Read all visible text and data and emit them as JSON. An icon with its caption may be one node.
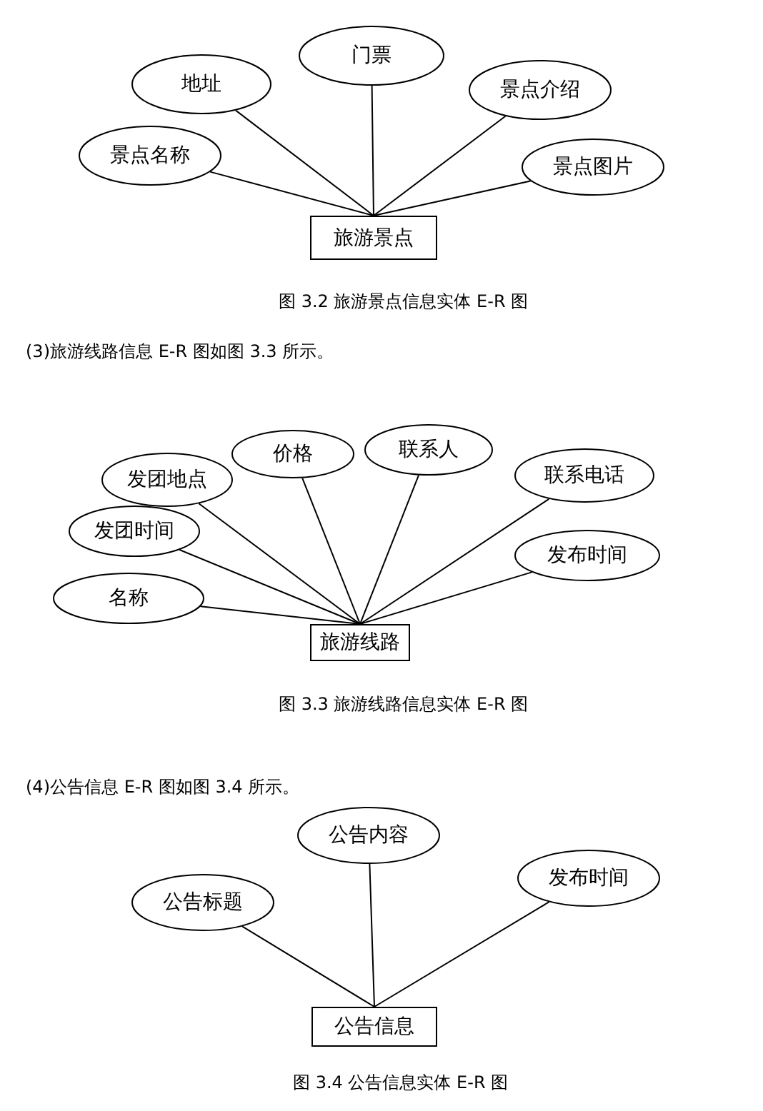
{
  "diagram": {
    "nodes": [
      {
        "text": [
          "门票"
        ]
      },
      {
        "text": [
          "地址"
        ]
      },
      {
        "text": [
          "景点介绍"
        ]
      },
      {
        "text": [
          "景点名称"
        ]
      },
      {
        "text": [
          "景点图片"
        ]
      },
      {
        "text": [
          "旅游景点"
        ]
      },
      {
        "text": [
          "联系人"
        ]
      },
      {
        "text": [
          "价格"
        ]
      },
      {
        "text": [
          "联系电话"
        ]
      },
      {
        "text": [
          "发团地点"
        ]
      },
      {
        "text": [
          "发团时间"
        ]
      },
      {
        "text": [
          "发布时间"
        ]
      },
      {
        "text": [
          "名称"
        ]
      },
      {
        "text": [
          "旅游线路"
        ]
      },
      {
        "text": [
          "公告内容"
        ]
      },
      {
        "text": [
          "发布时间"
        ]
      },
      {
        "text": [
          "公告标题"
        ]
      },
      {
        "text": [
          "公告信息"
        ]
      }
    ],
    "edges": [
      {
        "from": 0,
        "to": 5,
        "arrow": "none"
      },
      {
        "from": 1,
        "to": 5,
        "arrow": "none"
      },
      {
        "from": 2,
        "to": 5,
        "arrow": "none"
      },
      {
        "from": 3,
        "to": 5,
        "arrow": "none"
      },
      {
        "from": 4,
        "to": 5,
        "arrow": "none"
      },
      {
        "from": 6,
        "to": 13,
        "arrow": "none"
      },
      {
        "from": 7,
        "to": 13,
        "arrow": "none"
      },
      {
        "from": 8,
        "to": 13,
        "arrow": "none"
      },
      {
        "from": 9,
        "to": 13,
        "arrow": "none"
      },
      {
        "from": 10,
        "to": 13,
        "arrow": "none"
      },
      {
        "from": 11,
        "to": 13,
        "arrow": "none"
      },
      {
        "from": 12,
        "to": 13,
        "arrow": "none"
      },
      {
        "from": 14,
        "to": 17,
        "arrow": "none"
      },
      {
        "from": 15,
        "to": 17,
        "arrow": "none"
      },
      {
        "from": 16,
        "to": 17,
        "arrow": "none"
      }
    ],
    "labels": [
      "图 3.2 旅游景点信息实体 E-R 图",
      "(3)旅游线路信息 E-R 图如图 3.3 所示。",
      "图 3.3 旅游线路信息实体 E-R 图",
      "(4)公告信息 E-R 图如图 3.4 所示。",
      "图 3.4 公告信息实体 E-R 图"
    ]
  }
}
